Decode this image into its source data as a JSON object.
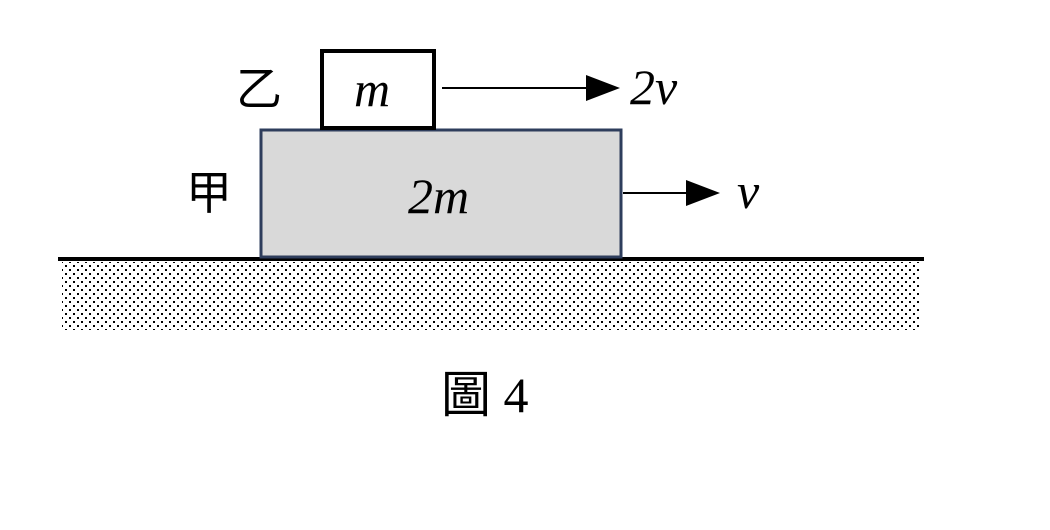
{
  "block_top": {
    "name": "乙",
    "mass": "m",
    "velocity": "2v"
  },
  "block_bottom": {
    "name": "甲",
    "mass": "2m",
    "velocity": "v"
  },
  "caption": "圖 4",
  "colors": {
    "top_block_fill": "#ffffff",
    "top_block_border": "#000000",
    "bottom_block_fill": "#d9d9d9",
    "bottom_block_border": "#2e3d5c",
    "ground_dots": "#000000"
  }
}
